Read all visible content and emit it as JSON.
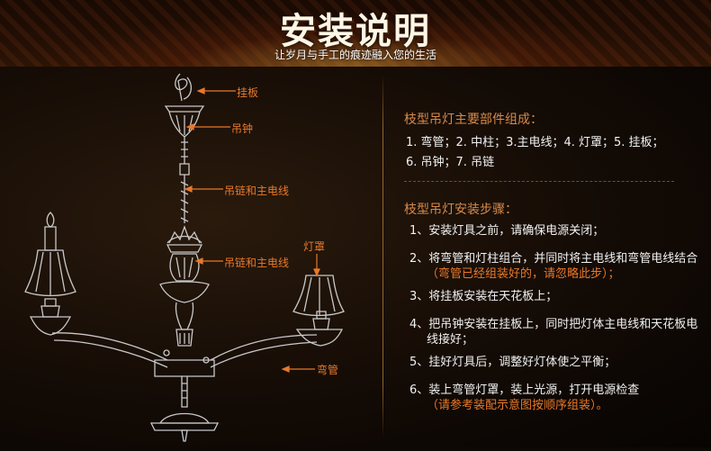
{
  "banner": {
    "title": "安装说明",
    "subtitle": "让岁月与手工的痕迹融入您的生活"
  },
  "diagram": {
    "labels": {
      "hanging_plate": "挂板",
      "bell": "吊钟",
      "chain_and_wire_1": "吊链和主电线",
      "chain_and_wire_2": "吊链和主电线",
      "lampshade": "灯罩",
      "bent_tube": "弯管"
    },
    "line_color": "#c8c8c8",
    "label_color": "#e8792a"
  },
  "parts": {
    "title": "枝型吊灯主要部件组成：",
    "line1": "1. 弯管；2. 中柱；3.主电线；4. 灯罩；5. 挂板；",
    "line2": "6. 吊钟；7. 吊链"
  },
  "steps": {
    "title": "枝型吊灯安装步骤：",
    "s1": "1、安装灯具之前，请确保电源关闭；",
    "s2": "2、将弯管和灯柱组合，并同时将主电线和弯管电线结合",
    "s2_note": "（弯管已经组装好的，请忽略此步）；",
    "s3": "3、将挂板安装在天花板上；",
    "s4": "4、把吊钟安装在挂板上，同时把灯体主电线和天花板电",
    "s4_cont": "线接好；",
    "s5": "5、挂好灯具后，调整好灯体使之平衡；",
    "s6": "6、装上弯管灯罩，装上光源，打开电源检查",
    "s6_note": "（请参考装配示意图按顺序组装）。"
  },
  "colors": {
    "accent": "#e8792a",
    "section_title": "#d88a4a",
    "body_text": "#f2f2f2",
    "background": "#0d0804"
  }
}
